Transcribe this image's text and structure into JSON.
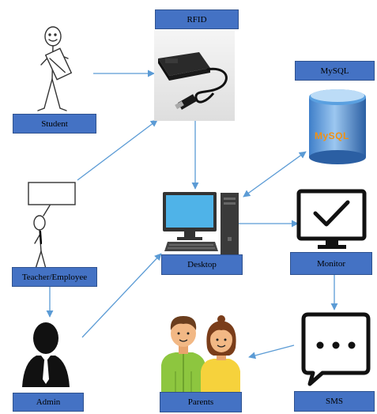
{
  "nodes": {
    "rfid": "RFID",
    "mysql": "MySQL",
    "mysql_logo": "MySQL",
    "student": "Student",
    "teacher": "Teacher/Employee",
    "desktop": "Desktop",
    "monitor": "Monitor",
    "admin": "Admin",
    "parents": "Parents",
    "sms": "SMS"
  },
  "colors": {
    "label_bg": "#4472c4",
    "arrow": "#5b9bd5",
    "parent_green": "#8dc63f",
    "parent_yellow": "#f6d23c",
    "skin": "#f2b885"
  },
  "edges": [
    {
      "from": "student",
      "to": "rfid"
    },
    {
      "from": "teacher",
      "to": "rfid"
    },
    {
      "from": "rfid",
      "to": "desktop"
    },
    {
      "from": "mysql",
      "to": "desktop",
      "bidirectional": true
    },
    {
      "from": "desktop",
      "to": "monitor"
    },
    {
      "from": "teacher",
      "to": "admin"
    },
    {
      "from": "admin",
      "to": "desktop"
    },
    {
      "from": "monitor",
      "to": "sms"
    },
    {
      "from": "sms",
      "to": "parents"
    }
  ]
}
